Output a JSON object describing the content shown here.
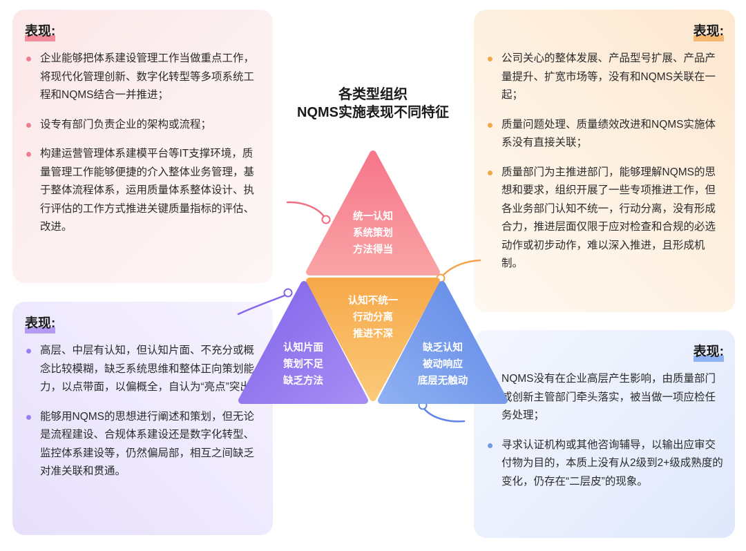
{
  "title_lines": [
    "各类型组织",
    "NQMS实施表现不同特征"
  ],
  "panels": {
    "top_left": {
      "heading": "表现:",
      "items": [
        "企业能够把体系建设管理工作当做重点工作，将现代化管理创新、数字化转型等多项系统工程和NQMS结合一并推进；",
        "设专有部门负责企业的架构或流程；",
        "构建运营管理体系建模平台等IT支撑环境，质量管理工作能够便捷的介入整体业务管理，基于整体流程体系，运用质量体系整体设计、执行评估的工作方式推进关键质量指标的评估、改进。"
      ]
    },
    "top_right": {
      "heading": "表现:",
      "items": [
        "公司关心的整体发展、产品型号扩展、产品产量提升、扩宽市场等，没有和NQMS关联在一起；",
        "质量问题处理、质量绩效改进和NQMS实施体系没有直接关联；",
        "质量部门为主推进部门，能够理解NQMS的思想和要求，组织开展了一些专项推进工作，但各业务部门认知不统一，行动分离，没有形成合力，推进层面仅限于应对检查和合规的必选动作或初步动作，难以深入推进，且形成机制。"
      ]
    },
    "bottom_left": {
      "heading": "表现:",
      "items": [
        "高层、中层有认知，但认知片面、不充分或概念比较模糊，缺乏系统思维和整体正向策划能力，以点带面，以偏概全，自认为“亮点”突出；",
        "能够用NQMS的思想进行阐述和策划，但无论是流程建设、合规体系建设还是数字化转型、监控体系建设等，仍然偏局部，相互之间缺乏对准关联和贯通。"
      ]
    },
    "bottom_right": {
      "heading": "表现:",
      "items": [
        "NQMS没有在企业高层产生影响，由质量部门或创新主管部门牵头落实，被当做一项应检任务处理；",
        "寻求认证机构或其他咨询辅导，以输出应审交付物为目的，本质上没有从2级到2+级成熟度的变化，仍存在“二层皮”的现象。"
      ]
    }
  },
  "triangles": {
    "top": [
      "统一认知",
      "系统策划",
      "方法得当"
    ],
    "center": [
      "认知不统一",
      "行动分离",
      "推进不深"
    ],
    "left": [
      "认知片面",
      "策划不足",
      "缺乏方法"
    ],
    "right": [
      "缺乏认知",
      "被动响应",
      "底层无触动"
    ]
  },
  "colors": {
    "pink": "#f6858f",
    "orange": "#f7b35c",
    "purple": "#9277ee",
    "blue": "#6f97ea"
  }
}
